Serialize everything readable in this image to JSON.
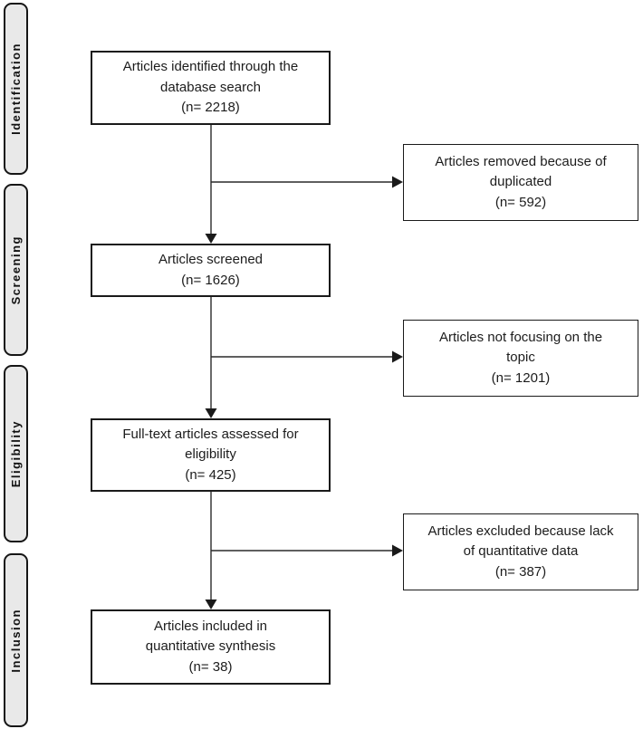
{
  "diagram": {
    "type": "prisma-flow",
    "stages": [
      {
        "label": "Identification"
      },
      {
        "label": "Screening"
      },
      {
        "label": "Eligibility"
      },
      {
        "label": "Inclusion"
      }
    ],
    "main_boxes": [
      {
        "text": "Articles identified through the\ndatabase search\n(n= 2218)",
        "n": 2218
      },
      {
        "text": "Articles screened\n(n= 1626)",
        "n": 1626
      },
      {
        "text": "Full-text articles assessed for\neligibility\n(n= 425)",
        "n": 425
      },
      {
        "text": "Articles included in\nquantitative synthesis\n(n= 38)",
        "n": 38
      }
    ],
    "side_boxes": [
      {
        "text": "Articles removed because of\nduplicated\n(n= 592)",
        "n": 592
      },
      {
        "text": "Articles not focusing on the\ntopic\n(n= 1201)",
        "n": 1201
      },
      {
        "text": "Articles excluded because lack\nof quantitative data\n(n= 387)",
        "n": 387
      }
    ],
    "colors": {
      "box_border": "#1a1a1a",
      "stage_fill": "#e9e9e9",
      "text": "#1c1c1c",
      "background": "#ffffff"
    }
  }
}
